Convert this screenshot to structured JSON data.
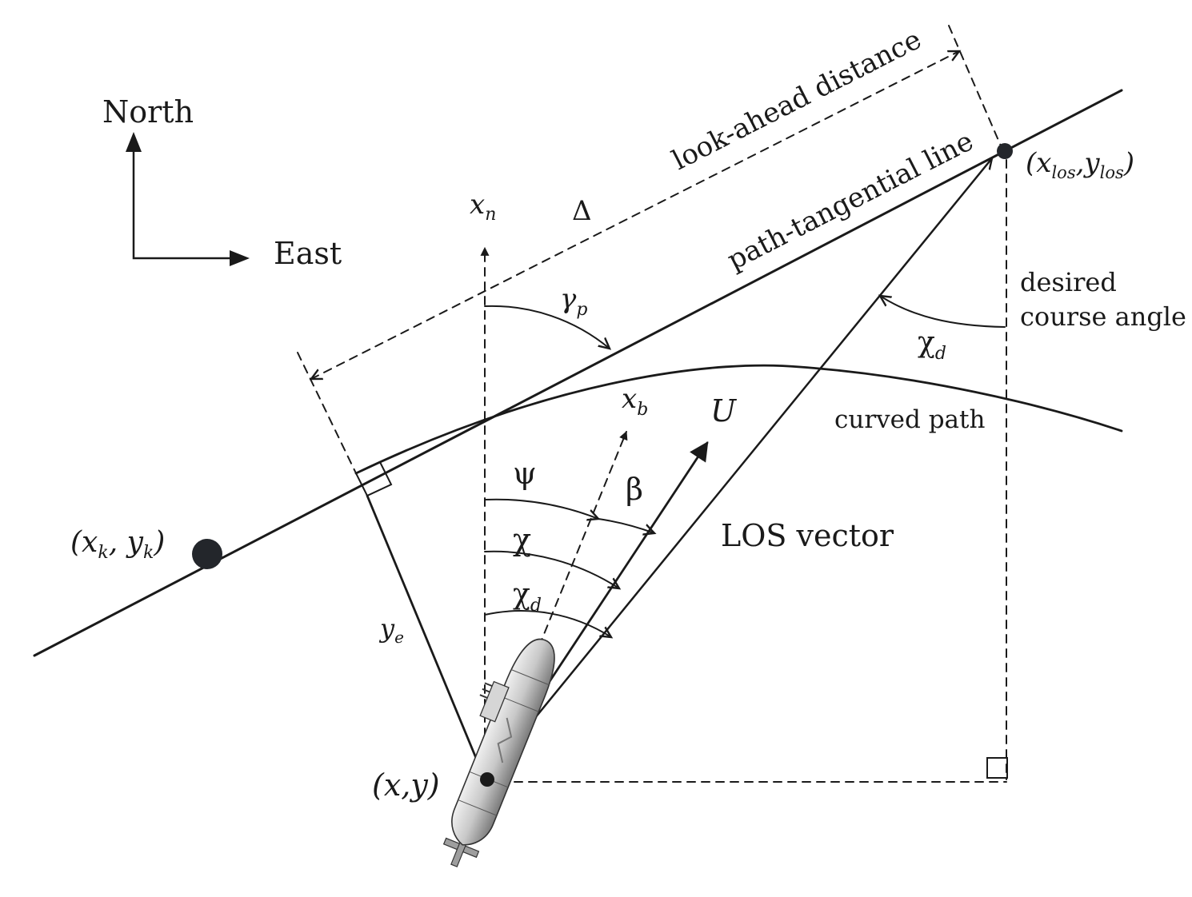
{
  "compass": {
    "north": "North",
    "east": "East"
  },
  "labels": {
    "look_ahead": "look-ahead distance",
    "path_tangential": "path-tangential line",
    "curved_path": "curved path",
    "desired_course_line1": "desired",
    "desired_course_line2": "course angle",
    "los_vector": "LOS vector",
    "delta": "Δ",
    "U": "U",
    "beta": "β",
    "psi": "ψ",
    "chi": "χ"
  },
  "symbols": {
    "x_n": {
      "base": "x",
      "sub": "n"
    },
    "x_b": {
      "base": "x",
      "sub": "b"
    },
    "gamma_p": {
      "base": "γ",
      "sub": "p"
    },
    "chi_d_top": {
      "base": "χ",
      "sub": "d"
    },
    "chi_d_low": {
      "base": "χ",
      "sub": "d"
    },
    "y_e": {
      "base": "y",
      "sub": "e"
    }
  },
  "points": {
    "xk": {
      "open": "(",
      "x": "x",
      "xs": "k",
      "comma": ", ",
      "y": "y",
      "ys": "k",
      "close": ")"
    },
    "xlos": {
      "open": "(",
      "x": "x",
      "xs": "los",
      "comma": ",",
      "y": "y",
      "ys": "los",
      "close": ")"
    },
    "xy": "(x,y)"
  },
  "icons": {
    "vehicle": "auv-icon"
  }
}
